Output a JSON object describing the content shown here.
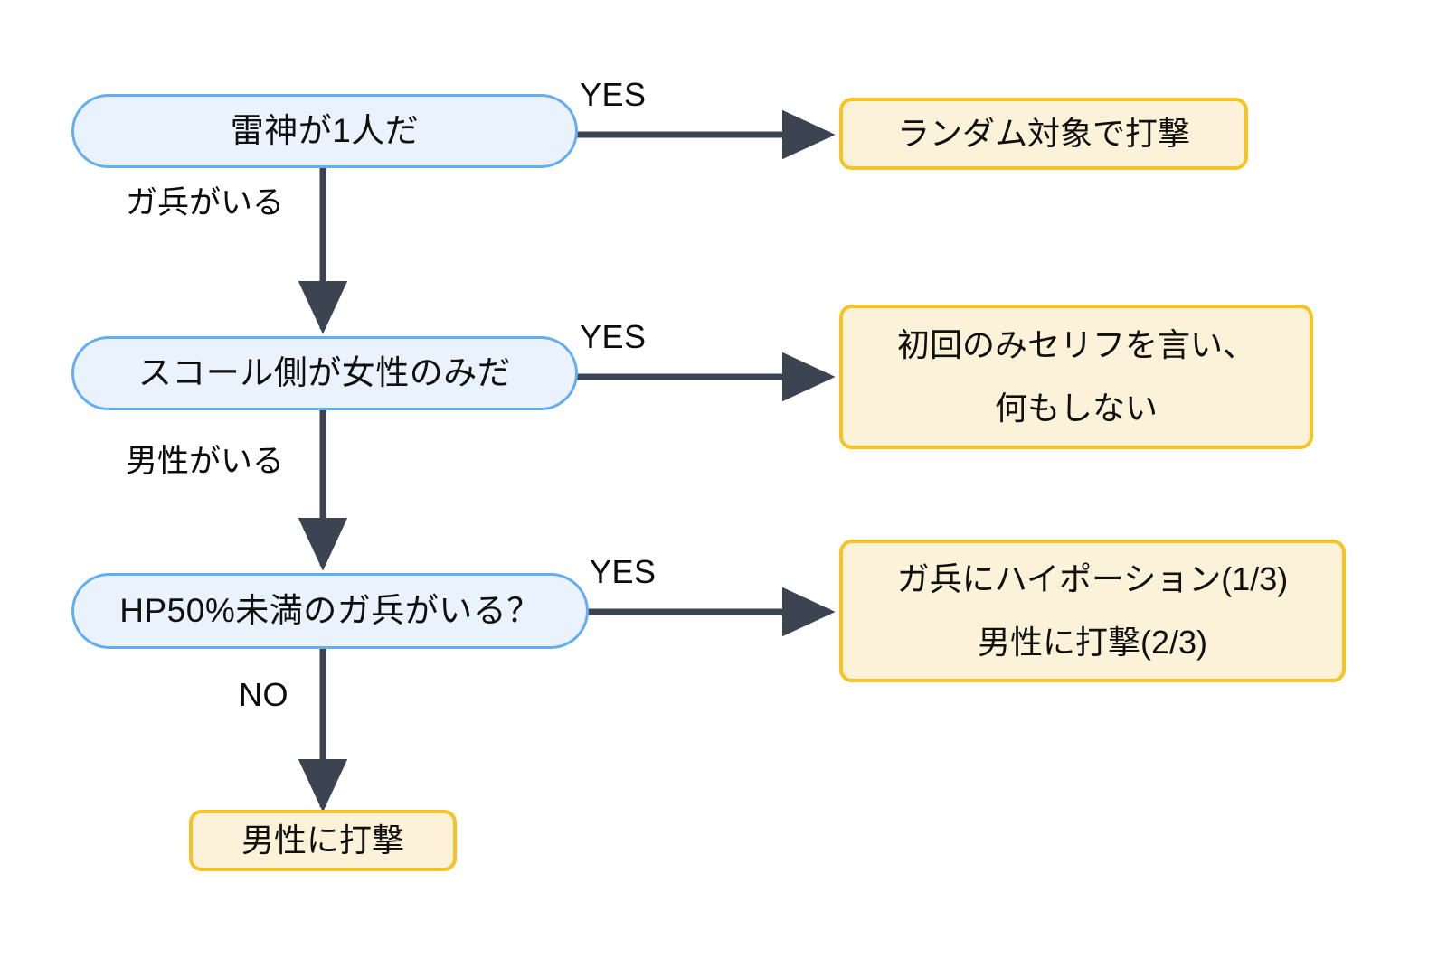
{
  "diagram": {
    "title": "",
    "type": "flowchart",
    "background_color": "#ffffff",
    "palette": {
      "decision_fill": "#eaf3fd",
      "decision_stroke": "#63adf2",
      "action_fill": "#fcf2da",
      "action_stroke": "#f6c324",
      "edge_color": "#3c4451",
      "text_color": "#10100f"
    },
    "nodes": {
      "d1": {
        "label": "雷神が1人だ",
        "shape": "stadium",
        "kind": "decision"
      },
      "a1": {
        "label": "ランダム対象で打撃",
        "shape": "rounded-rect",
        "kind": "action",
        "lines": [
          "ランダム対象で打撃"
        ]
      },
      "d2": {
        "label": "スコール側が女性のみだ",
        "shape": "stadium",
        "kind": "decision"
      },
      "a2": {
        "label": "初回のみセリフを言い、何もしない",
        "shape": "rounded-rect",
        "kind": "action",
        "lines": [
          "初回のみセリフを言い、",
          "何もしない"
        ]
      },
      "d3": {
        "label": "HP50%未満のガ兵がいる？",
        "shape": "stadium",
        "kind": "decision"
      },
      "a3": {
        "label": "ガ兵にハイポーション(1/3) 男性に打撃(2/3)",
        "shape": "rounded-rect",
        "kind": "action",
        "lines": [
          "ガ兵にハイポーション(1/3)",
          "男性に打撃(2/3)"
        ]
      },
      "a4": {
        "label": "男性に打撃",
        "shape": "rounded-rect",
        "kind": "action",
        "lines": [
          "男性に打撃"
        ]
      }
    },
    "edges": [
      {
        "from": "d1",
        "to": "a1",
        "label": "YES",
        "direction": "right"
      },
      {
        "from": "d1",
        "to": "d2",
        "label": "ガ兵がいる",
        "direction": "down"
      },
      {
        "from": "d2",
        "to": "a2",
        "label": "YES",
        "direction": "right"
      },
      {
        "from": "d2",
        "to": "d3",
        "label": "男性がいる",
        "direction": "down"
      },
      {
        "from": "d3",
        "to": "a3",
        "label": "YES",
        "direction": "right"
      },
      {
        "from": "d3",
        "to": "a4",
        "label": "NO",
        "direction": "down"
      }
    ]
  }
}
